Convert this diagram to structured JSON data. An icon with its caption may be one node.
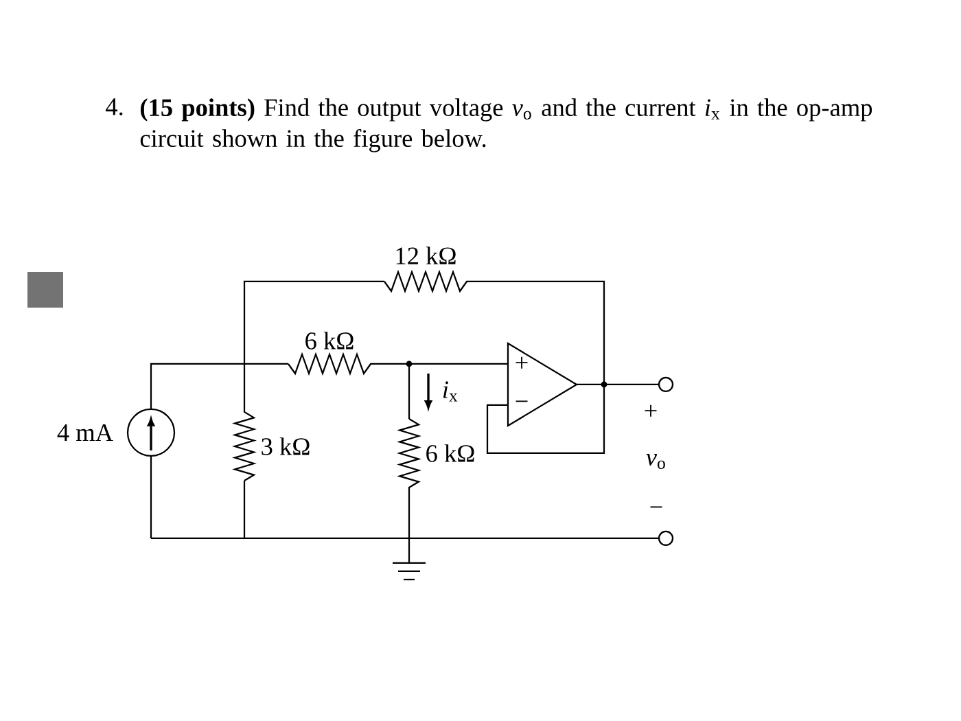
{
  "diagram": {
    "labels": [
      "4.",
      "**(15 points)** Find the output voltage *v*$_{o}$ and the current *i*$_{x}$ in the op-amp circuit shown in the figure below.",
      "12 kΩ",
      "6 kΩ",
      "+",
      "4 mA",
      "*i*$_{x}$",
      "−",
      "+",
      "3 kΩ",
      "6 kΩ",
      "*v*$_{o}$",
      "−"
    ]
  }
}
